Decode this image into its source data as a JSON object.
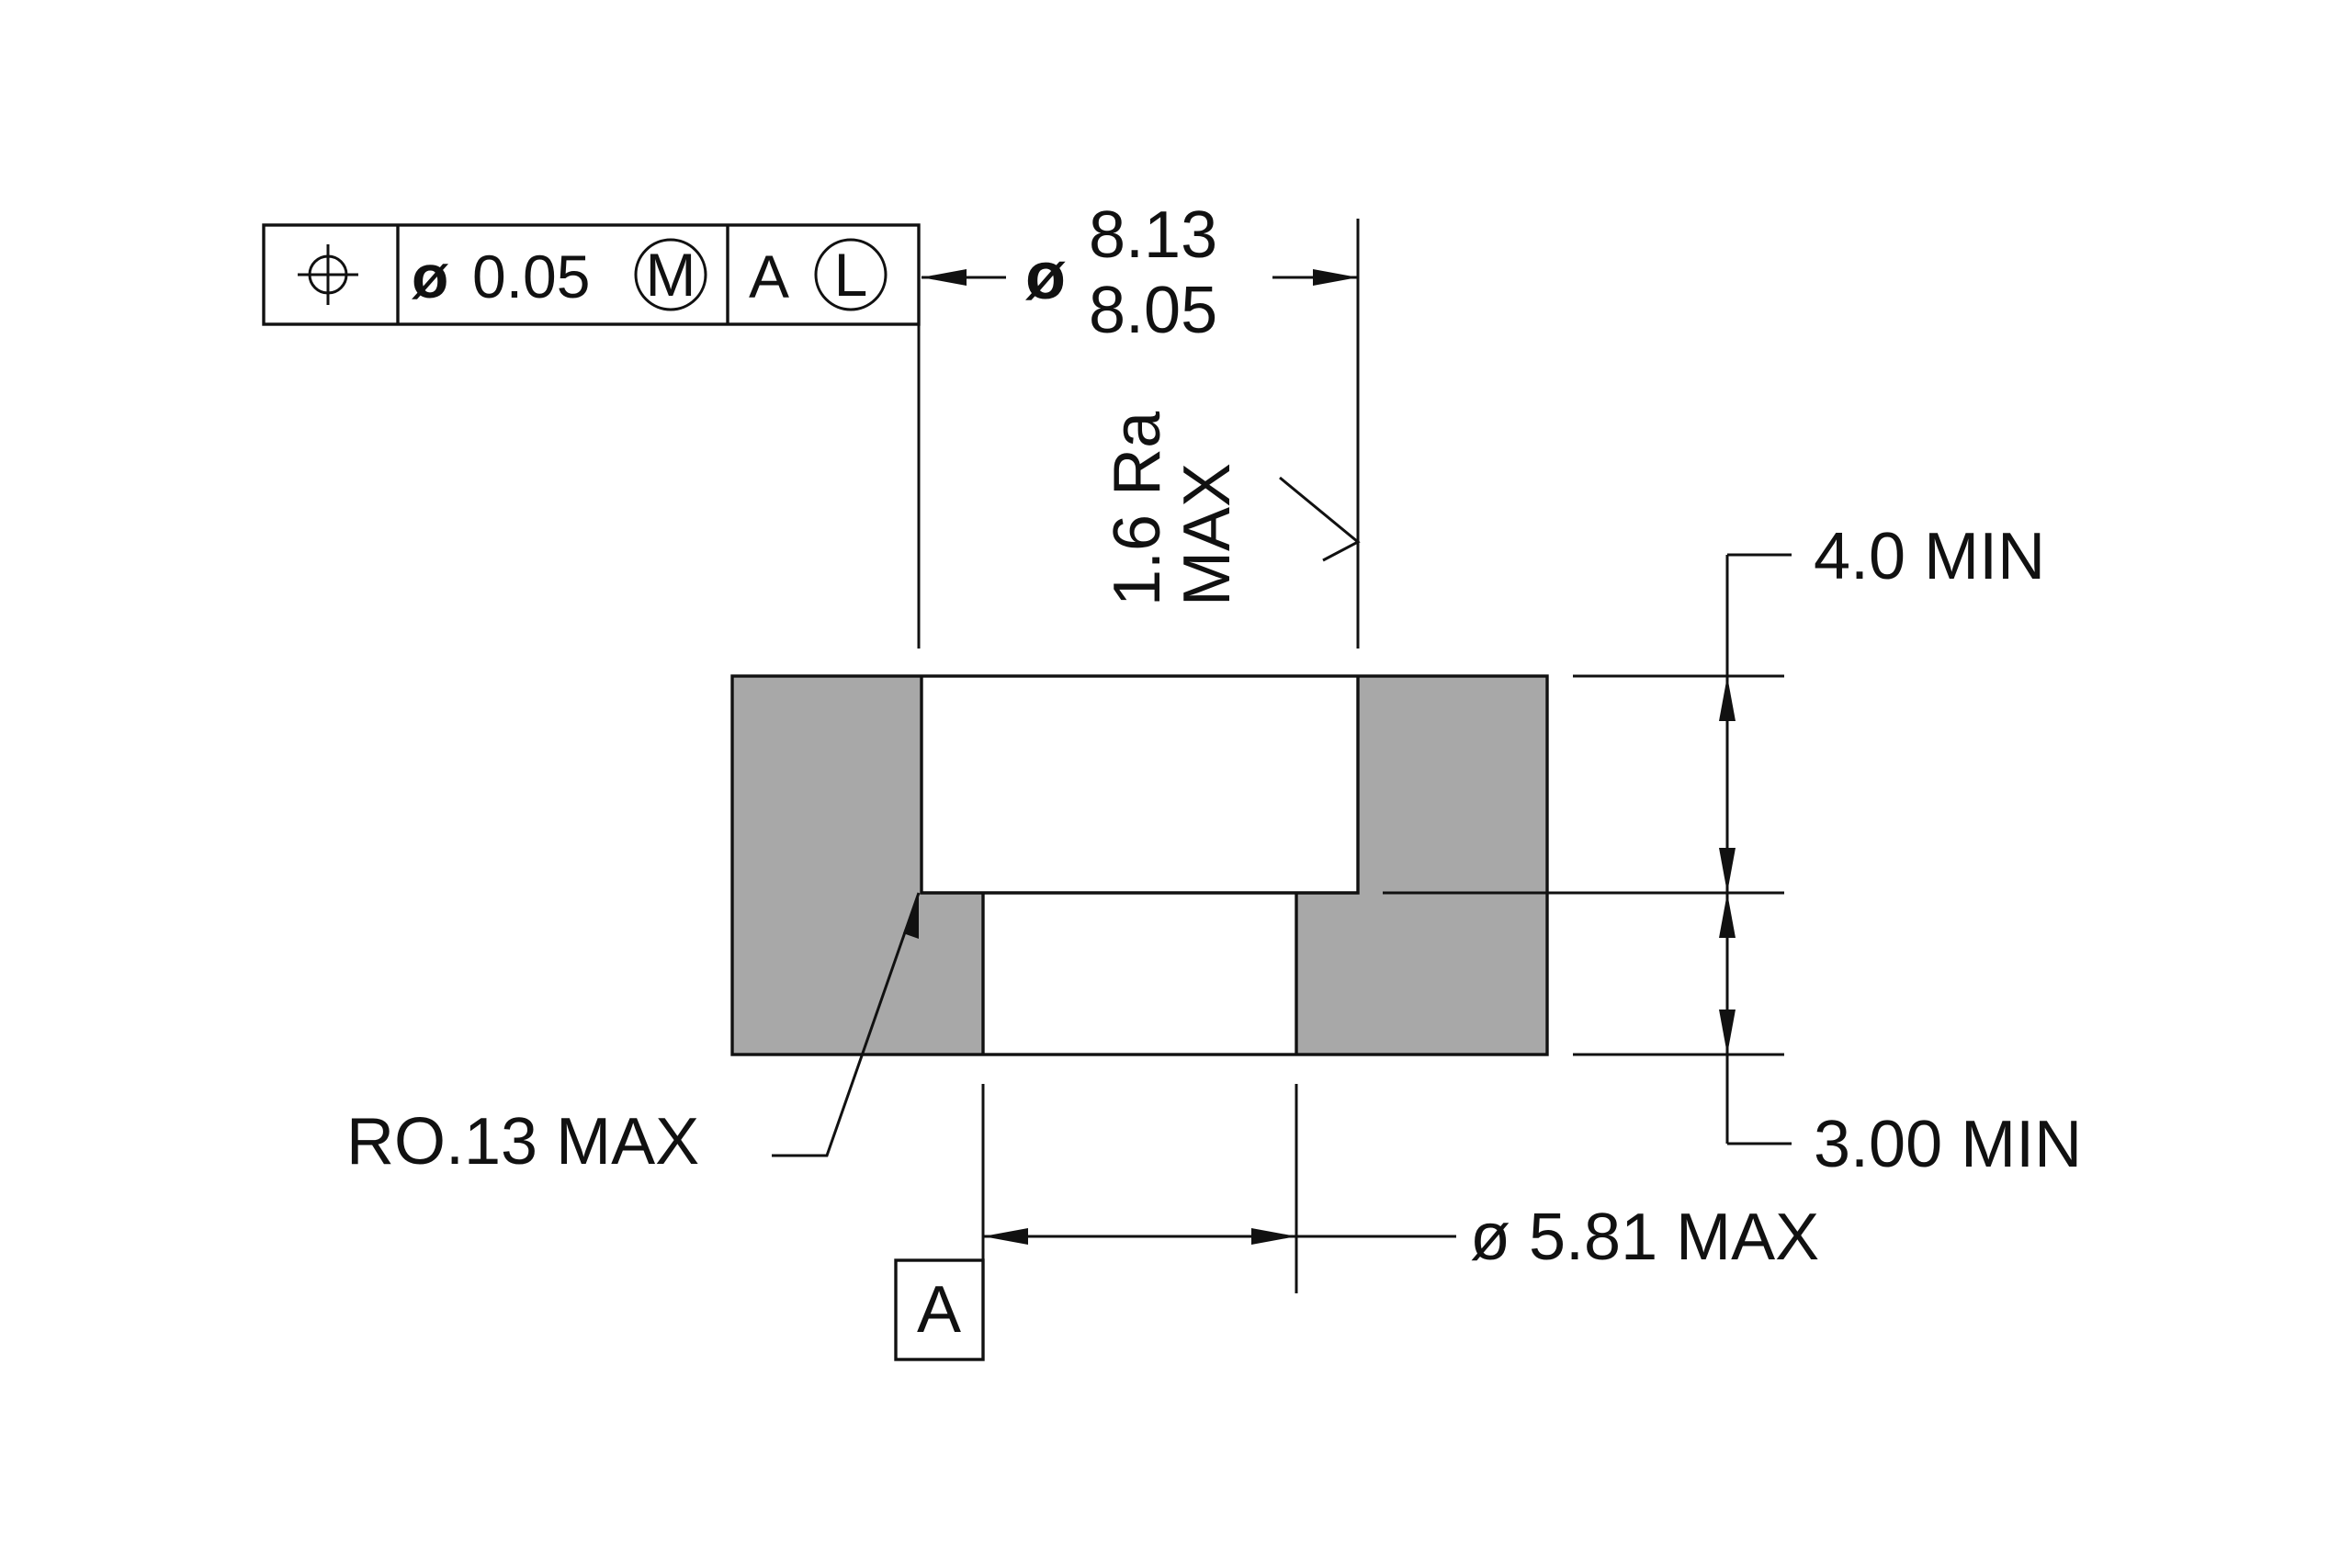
{
  "feature_control_frame": {
    "characteristic": "position",
    "diameter_symbol": "ø",
    "tolerance": "0.05",
    "material_modifier": "M",
    "datum": "A",
    "datum_modifier": "L"
  },
  "dimensions": {
    "bore_diameter": {
      "symbol": "ø",
      "upper": "8.13",
      "lower": "8.05"
    },
    "surface_finish": {
      "line1": "1.6 Ra",
      "line2": "MAX"
    },
    "counterbore_depth": "4.0  MIN",
    "through_depth": "3.00 MIN",
    "corner_radius": "RO.13  MAX",
    "through_diameter": "ø 5.81 MAX"
  },
  "datum_feature": {
    "label": "A"
  },
  "colors": {
    "section_fill": "#a8a8a8",
    "line": "#111111",
    "background": "#ffffff"
  }
}
